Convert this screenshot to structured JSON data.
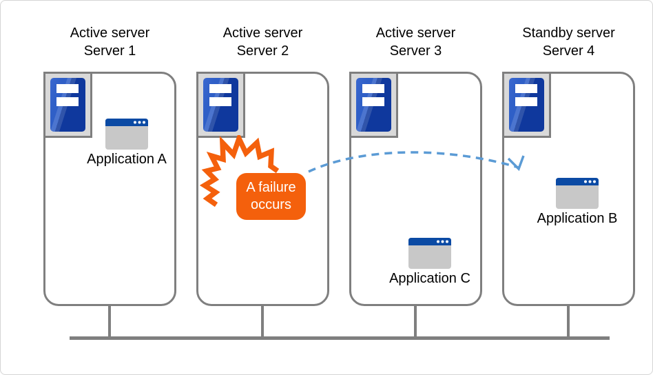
{
  "diagram_type": "server-failover-cluster",
  "servers": [
    {
      "role": "Active server",
      "name": "Server 1",
      "app_label": "Application A"
    },
    {
      "role": "Active server",
      "name": "Server 2",
      "failure_label": "A failure occurs"
    },
    {
      "role": "Active server",
      "name": "Server 3",
      "app_label": "Application C"
    },
    {
      "role": "Standby server",
      "name": "Server 4",
      "app_label": "Application B"
    }
  ],
  "failover_arrow": {
    "from": "Server 2",
    "to": "Server 4",
    "style": "dashed-curve"
  },
  "network": {
    "type": "bus-line"
  },
  "icons": {
    "server": "tower-server-icon",
    "application": "app-window-icon",
    "failure": "explosion-burst-icon"
  },
  "colors": {
    "failure_orange": "#f4600c",
    "arrow_blue": "#5b9bd5",
    "server_blue_light": "#2f5fc7",
    "server_blue_dark": "#0f389d",
    "window_titlebar_blue": "#0b4aa4",
    "window_body_gray": "#c8c8c8",
    "icon_box_gray": "#d9d9d9",
    "line_gray": "#7f7f7f",
    "text_black": "#000000"
  }
}
